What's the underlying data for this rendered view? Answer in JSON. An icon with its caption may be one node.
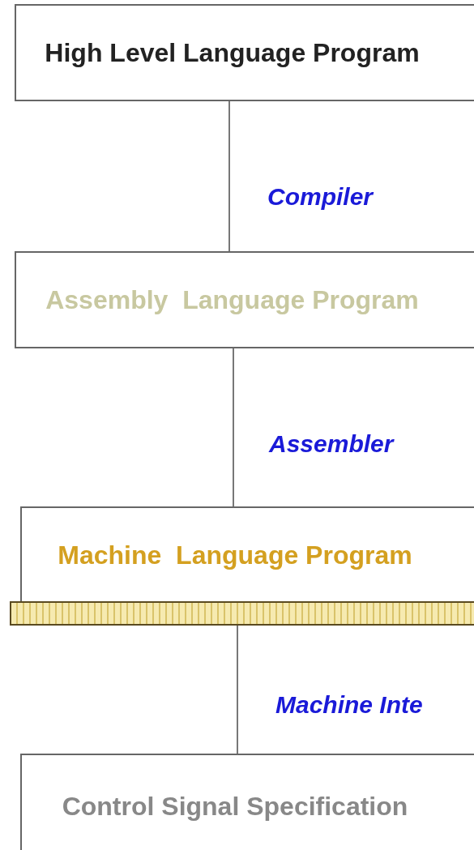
{
  "diagram": {
    "nodes": [
      {
        "text": [
          "High Level Language Program"
        ]
      },
      {
        "text": [
          "Assembly  Language Program"
        ]
      },
      {
        "text": [
          "Machine  Language Program"
        ]
      },
      {
        "text": [],
        "shape": "bar"
      },
      {
        "text": [
          "Control Signal Specification"
        ]
      }
    ],
    "edges": [
      {
        "from": 0,
        "to": 1,
        "arrow": "none",
        "label": "Compiler"
      },
      {
        "from": 1,
        "to": 2,
        "arrow": "none",
        "label": "Assembler"
      },
      {
        "from": 3,
        "to": 4,
        "arrow": "none",
        "label": "Machine Inte"
      }
    ]
  }
}
